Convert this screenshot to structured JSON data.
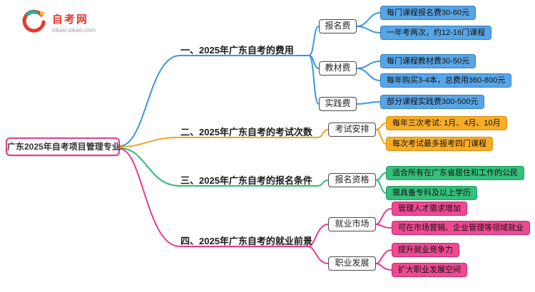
{
  "logo": {
    "name": "自考网",
    "domain": "zikao-zikao.com"
  },
  "root": {
    "label": "广东2025年自考项目管理专业"
  },
  "colors": {
    "blue": "#3D96E0",
    "orange": "#F5A31E",
    "green": "#2EBD6E",
    "pink": "#EA3B8B"
  },
  "branches": [
    {
      "label": "一、2025年广东自考的费用",
      "color": "#3D96E0",
      "children": [
        {
          "label": "报名费",
          "leaves": [
            "每门课程报名费30-60元",
            "一年考两次，约12-16门课程"
          ]
        },
        {
          "label": "教材费",
          "leaves": [
            "每门课程教材费30-50元",
            "每年购买3-4本，总费用360-800元"
          ]
        },
        {
          "label": "实践费",
          "leaves": [
            "部分课程实践费300-500元"
          ]
        }
      ]
    },
    {
      "label": "二、2025年广东自考的考试次数",
      "color": "#F5A31E",
      "children": [
        {
          "label": "考试安排",
          "leaves": [
            "每年三次考试: 1月、4月、10月",
            "每次考试最多报考四门课程"
          ]
        }
      ]
    },
    {
      "label": "三、2025年广东自考的报名条件",
      "color": "#2EBD6E",
      "children": [
        {
          "label": "报名资格",
          "leaves": [
            "适合所有在广东省居住和工作的公民",
            "需具备专科及以上学历"
          ]
        }
      ]
    },
    {
      "label": "四、2025年广东自考的就业前景",
      "color": "#EA3B8B",
      "children": [
        {
          "label": "就业市场",
          "leaves": [
            "管理人才需求增加",
            "可在市场营销、企业管理等领域就业"
          ]
        },
        {
          "label": "职业发展",
          "leaves": [
            "提升就业竞争力",
            "扩大职业发展空间"
          ]
        }
      ]
    }
  ]
}
